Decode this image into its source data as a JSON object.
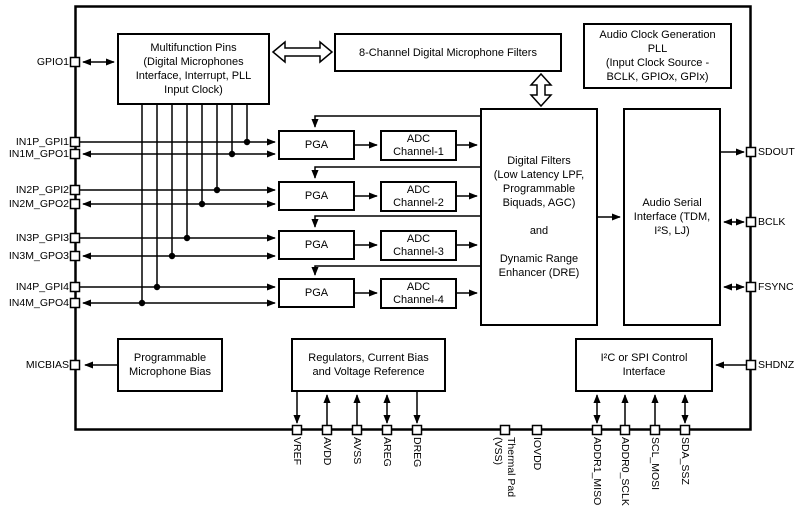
{
  "blocks": {
    "multifunction": {
      "label": "Multifunction Pins\n(Digital Microphones\nInterface, Interrupt, PLL\nInput Clock)"
    },
    "dmic_filters": {
      "label": "8-Channel Digital Microphone Filters"
    },
    "pll": {
      "label": "Audio Clock Generation\nPLL\n(Input Clock Source -\nBCLK, GPIOx, GPIx)"
    },
    "digital_filters": {
      "label": "Digital Filters\n(Low Latency LPF,\nProgrammable\nBiquads, AGC)\n\nand\n\nDynamic Range\nEnhancer (DRE)"
    },
    "audio_serial_interface": {
      "label": "Audio Serial\nInterface (TDM,\nI²S, LJ)"
    },
    "mic_bias": {
      "label": "Programmable\nMicrophone Bias"
    },
    "regulators": {
      "label": "Regulators, Current Bias\nand  Voltage Reference"
    },
    "control_interface": {
      "label": "I²C or SPI Control\nInterface"
    }
  },
  "channels": [
    {
      "pga": "PGA",
      "adc": "ADC\nChannel-1"
    },
    {
      "pga": "PGA",
      "adc": "ADC\nChannel-2"
    },
    {
      "pga": "PGA",
      "adc": "ADC\nChannel-3"
    },
    {
      "pga": "PGA",
      "adc": "ADC\nChannel-4"
    }
  ],
  "pins": {
    "left": [
      {
        "name": "GPIO1",
        "direction": "bidirectional"
      },
      {
        "name": "IN1P_GPI1",
        "direction": "input"
      },
      {
        "name": "IN1M_GPO1",
        "direction": "output"
      },
      {
        "name": "IN2P_GPI2",
        "direction": "input"
      },
      {
        "name": "IN2M_GPO2",
        "direction": "output"
      },
      {
        "name": "IN3P_GPI3",
        "direction": "input"
      },
      {
        "name": "IN3M_GPO3",
        "direction": "output"
      },
      {
        "name": "IN4P_GPI4",
        "direction": "input"
      },
      {
        "name": "IN4M_GPO4",
        "direction": "output"
      },
      {
        "name": "MICBIAS",
        "direction": "output"
      }
    ],
    "right": [
      {
        "name": "SDOUT",
        "direction": "output"
      },
      {
        "name": "BCLK",
        "direction": "bidirectional"
      },
      {
        "name": "FSYNC",
        "direction": "bidirectional"
      },
      {
        "name": "SHDNZ",
        "direction": "input"
      }
    ],
    "bottom": [
      {
        "name": "VREF",
        "direction": "output"
      },
      {
        "name": "AVDD",
        "direction": "input"
      },
      {
        "name": "AVSS",
        "direction": "input"
      },
      {
        "name": "AREG",
        "direction": "bidirectional"
      },
      {
        "name": "DREG",
        "direction": "output"
      },
      {
        "name": "Thermal Pad\n(VSS)",
        "direction": "none"
      },
      {
        "name": "IOVDD",
        "direction": "none"
      },
      {
        "name": "ADDR1_MISO",
        "direction": "bidirectional"
      },
      {
        "name": "ADDR0_SCLK",
        "direction": "input"
      },
      {
        "name": "SCL_MOSI",
        "direction": "input"
      },
      {
        "name": "SDA_SSZ",
        "direction": "bidirectional"
      }
    ]
  },
  "colors": {
    "line": "#000000",
    "background": "#ffffff",
    "box_fill": "#ffffff"
  }
}
